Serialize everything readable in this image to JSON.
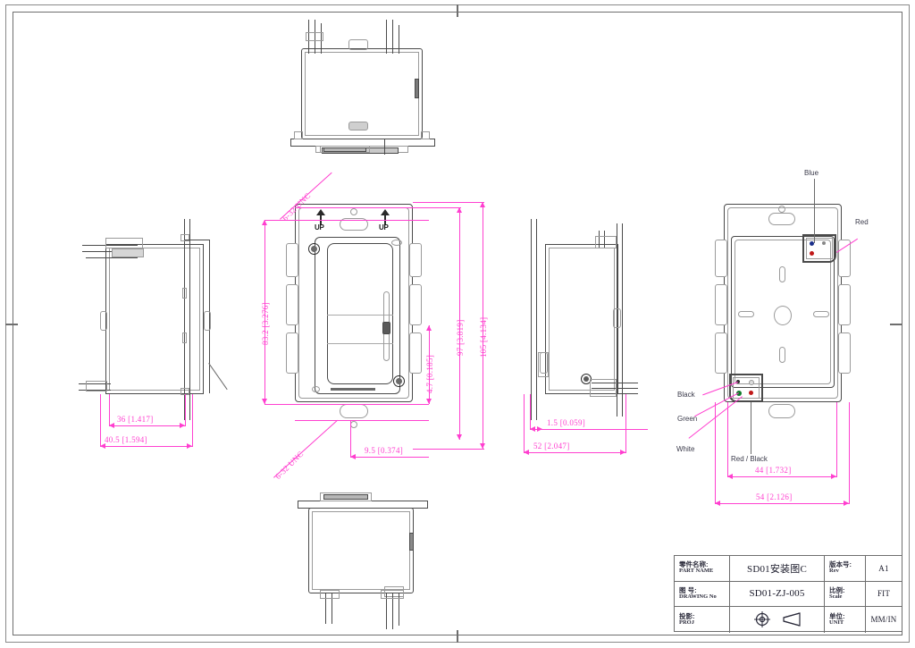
{
  "drawing": {
    "type": "mechanical-assembly-drawing",
    "description": "SD01 wall switch / dimmer installation drawing, multi-view orthographic projection"
  },
  "title_block": {
    "rows": [
      {
        "key_cn": "零件名称:",
        "key_en": "PART NAME",
        "value": "SD01安装图C",
        "key2_cn": "版本号:",
        "key2_en": "Rev",
        "value2": "A1"
      },
      {
        "key_cn": "图  号:",
        "key_en": "DRAWING No",
        "value": "SD01-ZJ-005",
        "key2_cn": "比例:",
        "key2_en": "Scale",
        "value2": "FIT"
      },
      {
        "key_cn": "投影:",
        "key_en": "PROJ",
        "value": "first-angle-projection-symbol",
        "key2_cn": "单位:",
        "key2_en": "UNIT",
        "value2": "MM/IN"
      }
    ]
  },
  "views": {
    "top": {
      "name": "top-view"
    },
    "left": {
      "name": "left-side-view"
    },
    "front": {
      "name": "front-view"
    },
    "right_side": {
      "name": "right-side-view"
    },
    "rear": {
      "name": "rear-view"
    },
    "bottom": {
      "name": "bottom-view"
    }
  },
  "dimensions": {
    "left_view": [
      {
        "id": "d36",
        "text": "36 [1.417]"
      },
      {
        "id": "d405",
        "text": "40.5 [1.594]"
      }
    ],
    "front_view": [
      {
        "id": "d832",
        "text": "83.2 [3.276]"
      },
      {
        "id": "d47",
        "text": "4.7 [0.185]"
      },
      {
        "id": "d97",
        "text": "97 [3.819]"
      },
      {
        "id": "d105",
        "text": "105 [4.134]"
      },
      {
        "id": "d95",
        "text": "9.5 [0.374]"
      }
    ],
    "side_view": [
      {
        "id": "d15",
        "text": "1.5 [0.059]"
      },
      {
        "id": "d52",
        "text": "52 [2.047]"
      }
    ],
    "rear_view": [
      {
        "id": "d44",
        "text": "44 [1.732]"
      },
      {
        "id": "d54",
        "text": "54 [2.126]"
      }
    ]
  },
  "annotations": {
    "thread_top": "6-32 UNC",
    "thread_bottom": "6-32 UNC",
    "orientation_marks": [
      {
        "id": "up-left",
        "text": "UP"
      },
      {
        "id": "up-right",
        "text": "UP"
      }
    ]
  },
  "wire_labels": [
    {
      "id": "wire-blue",
      "text": "Blue",
      "color": "#1a2f8a"
    },
    {
      "id": "wire-red",
      "text": "Red",
      "color": "#c01818"
    },
    {
      "id": "wire-black",
      "text": "Black",
      "color": "#1a1a1a"
    },
    {
      "id": "wire-green",
      "text": "Green",
      "color": "#0f7a2a"
    },
    {
      "id": "wire-white",
      "text": "White",
      "color": "#dddddd"
    },
    {
      "id": "wire-red-black",
      "text": "Red / Black",
      "color": "#8a1818"
    }
  ],
  "colors": {
    "dimension": "#ff3ecf",
    "outline": "#4a4a4a",
    "frame": "#6e6e6e",
    "label": "#3a3a4a"
  }
}
